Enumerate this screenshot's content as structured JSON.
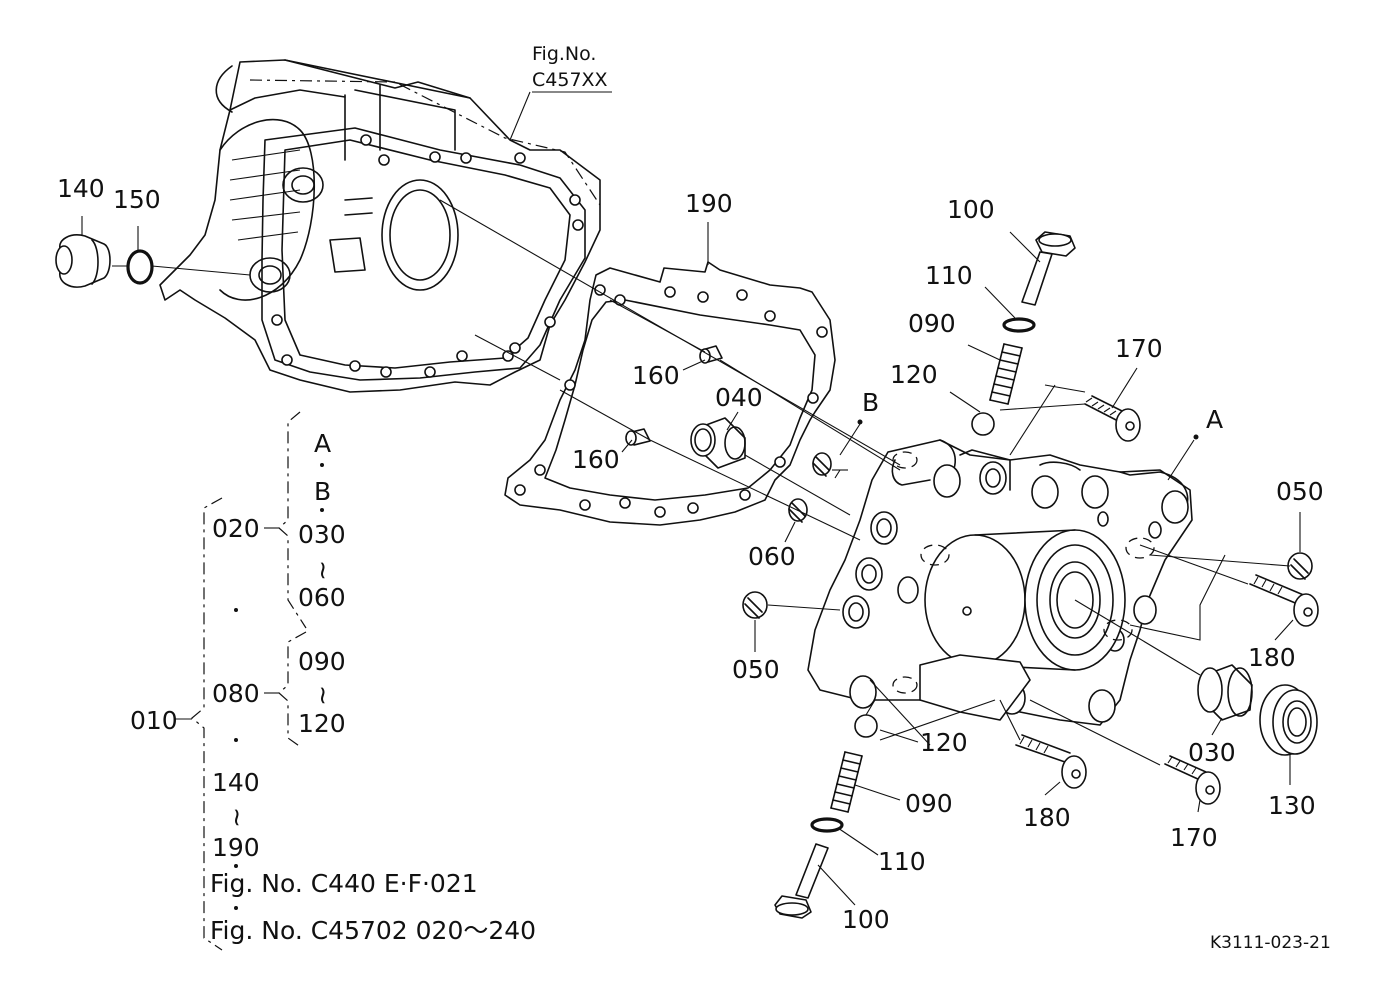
{
  "figure_ref": {
    "line1": "Fig.No.",
    "line2": "C457XX"
  },
  "callouts": {
    "c140": "140",
    "c150": "150",
    "c190": "190",
    "c100_top": "100",
    "c110_top": "110",
    "c090_top": "090",
    "c120_top": "120",
    "c170_top": "170",
    "c160_a": "160",
    "c160_b": "160",
    "c040": "040",
    "cB": "B",
    "cA": "A",
    "c050_right": "050",
    "c060": "060",
    "c050_left": "050",
    "c180_right": "180",
    "c120_bottom": "120",
    "c090_bottom": "090",
    "c110_bottom": "110",
    "c100_bottom": "100",
    "c180_bottom": "180",
    "c170_bottom": "170",
    "c030": "030",
    "c130": "130"
  },
  "parts_tree": {
    "root": "010",
    "g020": "020",
    "g020_items": [
      "A",
      "B",
      "030",
      "~",
      "060"
    ],
    "g080": "080",
    "g080_items": [
      "090",
      "~",
      "120"
    ],
    "g140": "140",
    "g140_tilde": "~",
    "g190": "190",
    "ref1": "Fig. No. C440  E·F·021",
    "ref2": "Fig. No. C45702  020～240"
  },
  "drawing_code": "K3111-023-21"
}
